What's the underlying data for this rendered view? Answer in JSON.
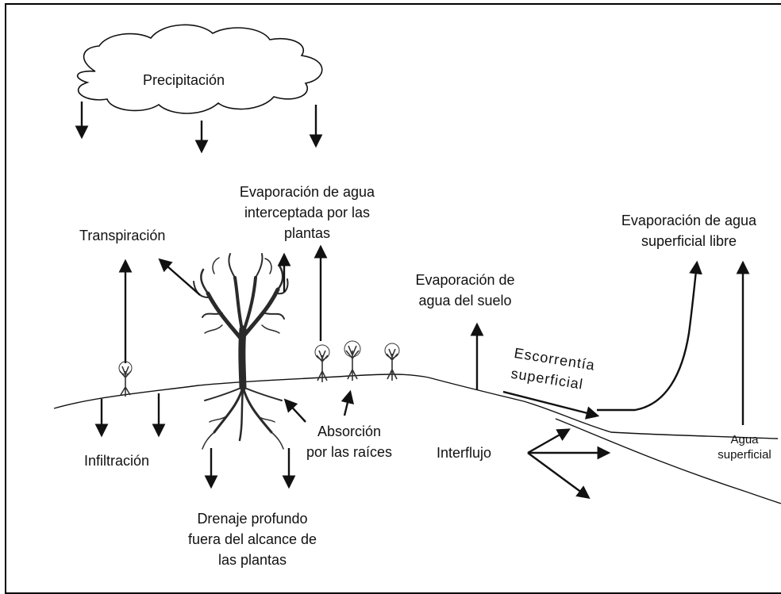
{
  "labels": {
    "precipitation": "Precipitación",
    "transpiration": "Transpiración",
    "intercepted_evaporation": [
      "Evaporación de agua",
      "interceptada por las",
      "plantas"
    ],
    "free_water_evaporation": [
      "Evaporación de agua",
      "superficial libre"
    ],
    "soil_evaporation": [
      "Evaporación de",
      "agua del suelo"
    ],
    "runoff": [
      "Escorrentía",
      "superficial"
    ],
    "infiltration": "Infiltración",
    "root_absorption": [
      "Absorción",
      "por las raíces"
    ],
    "interflow": "Interflujo",
    "surface_water": [
      "Agua",
      "superficial"
    ],
    "deep_drainage": [
      "Drenaje profundo",
      "fuera del alcance de",
      "las plantas"
    ]
  },
  "colors": {
    "ink": "#111111",
    "tree": "#2a2a2a",
    "background": "#ffffff"
  }
}
